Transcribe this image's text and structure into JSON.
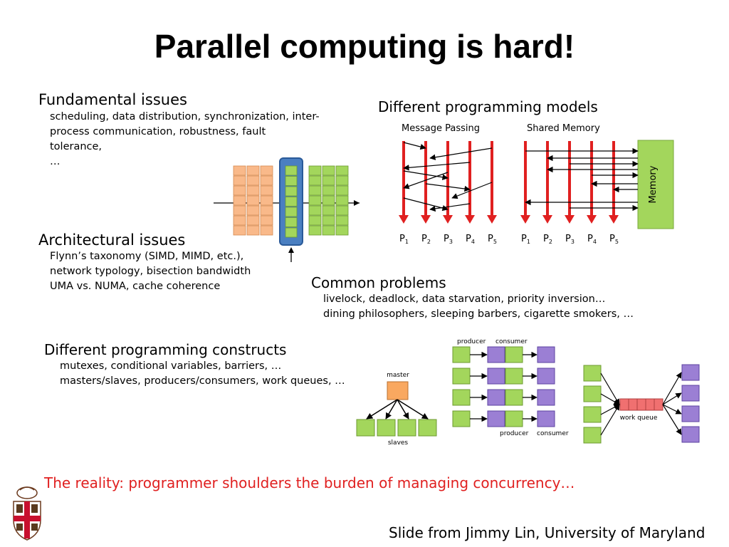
{
  "slide": {
    "title": "Parallel computing is hard!",
    "fundamental": {
      "heading": "Fundamental issues",
      "lines": [
        "scheduling, data distribution, synchronization, inter-",
        "process communication, robustness, fault tolerance,",
        "…"
      ]
    },
    "architectural": {
      "heading": "Architectural issues",
      "lines": [
        "Flynn’s taxonomy (SIMD, MIMD, etc.),",
        "network typology, bisection bandwidth",
        "UMA vs. NUMA, cache coherence"
      ]
    },
    "models": {
      "heading": "Different programming models",
      "message_passing": "Message Passing",
      "shared_memory": "Shared Memory",
      "memory": "Memory",
      "p_letter": "P",
      "processor_numbers": [
        "1",
        "2",
        "3",
        "4",
        "5"
      ]
    },
    "common": {
      "heading": "Common problems",
      "lines": [
        "livelock, deadlock, data starvation, priority inversion…",
        "dining philosophers, sleeping barbers, cigarette smokers, …"
      ]
    },
    "constructs": {
      "heading": "Different programming constructs",
      "lines": [
        "mutexes, conditional variables, barriers, …",
        "masters/slaves, producers/consumers, work queues, …"
      ]
    },
    "diagram_labels": {
      "master": "master",
      "slaves": "slaves",
      "producer_top": "producer",
      "consumer_top": "consumer",
      "producer_bottom": "producer",
      "consumer_bottom": "consumer",
      "work_queue": "work queue"
    },
    "reality": "The reality: programmer shoulders the burden of managing concurrency…",
    "credit": "Slide from Jimmy Lin, University of Maryland",
    "colors": {
      "orange": "#f9b98a",
      "green": "#a3d65c",
      "purple": "#9b7fd4",
      "blue": "#4a7fc1",
      "red": "#e02020",
      "queue_red": "#f07070"
    }
  }
}
